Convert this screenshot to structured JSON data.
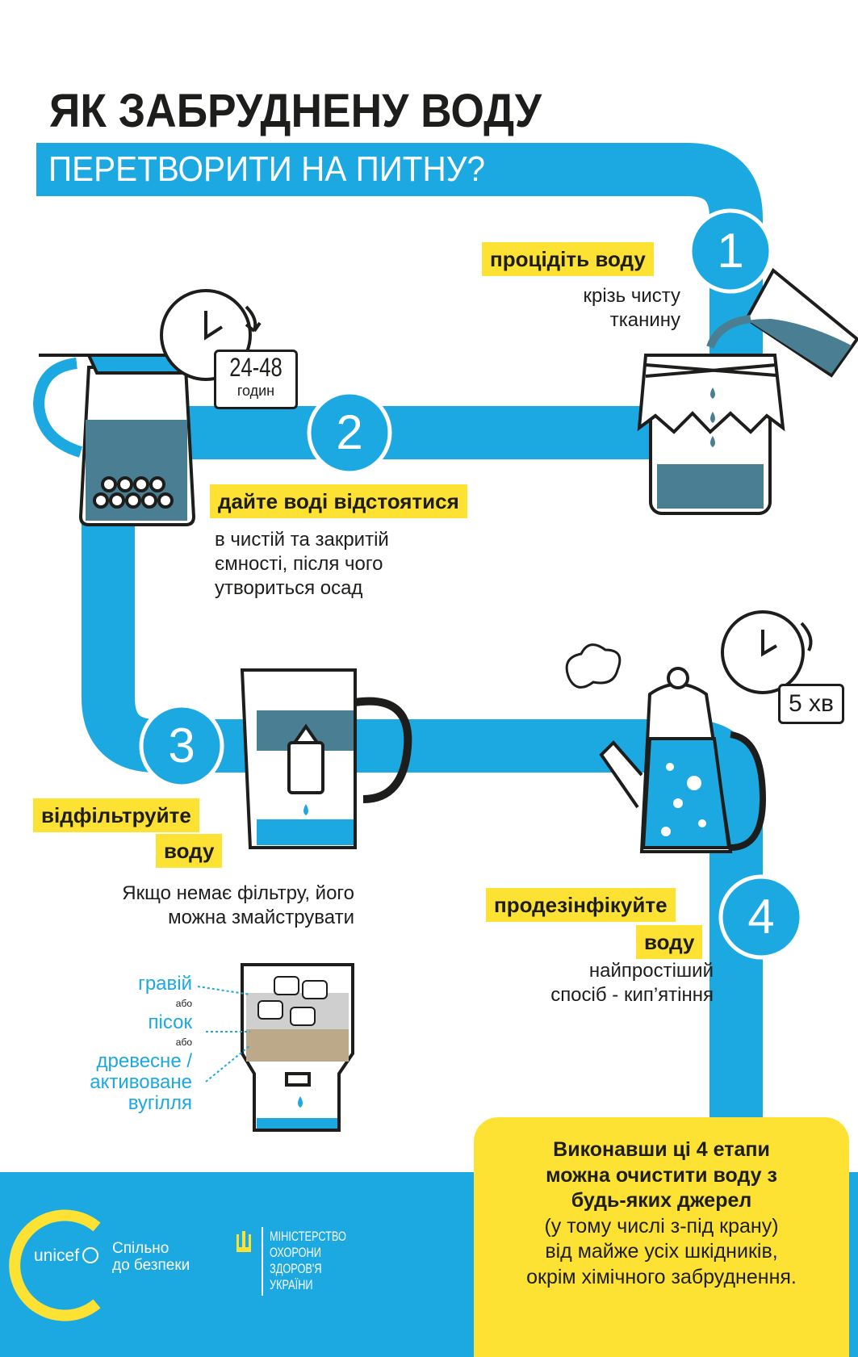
{
  "header": {
    "title": "ЯК ЗАБРУДНЕНУ ВОДУ",
    "subtitle": "ПЕРЕТВОРИТИ НА ПИТНУ?"
  },
  "steps": [
    {
      "number": "1",
      "label": "процідіть воду",
      "description": [
        "крізь чисту",
        "тканину"
      ]
    },
    {
      "number": "2",
      "label": "дайте воді відстоятися",
      "description": [
        "в чистій та закритій",
        "ємності, після чого",
        "утвориться осад"
      ],
      "timer": {
        "value": "24-48",
        "unit": "годин"
      }
    },
    {
      "number": "3",
      "label": [
        "відфільтруйте",
        "воду"
      ],
      "description": [
        "Якщо немає фільтру, його",
        "можна змайструвати"
      ],
      "filter_layers": {
        "gravel": "гравій",
        "or1": "або",
        "sand": "пісок",
        "or2": "або",
        "charcoal": [
          "древесне /",
          "активоване",
          "вугілля"
        ]
      }
    },
    {
      "number": "4",
      "label": [
        "продезінфікуйте",
        "воду"
      ],
      "description": [
        "найпростіший",
        "спосіб - кип’ятіння"
      ],
      "timer": {
        "value": "5 хв"
      }
    }
  ],
  "summary": {
    "bold_lines": [
      "Виконавши ці 4 етапи",
      "можна очистити воду з",
      "будь-яких джерел"
    ],
    "lines": [
      "(у тому числі з-під крану)",
      "від майже усіх шкідників,",
      "окрім хімічного забруднення."
    ]
  },
  "footer": {
    "unicef": "unicef",
    "slogan": [
      "Спільно",
      "до безпеки"
    ],
    "ministry": [
      "МІНІСТЕРСТВО",
      "ОХОРОНИ",
      "ЗДОРОВ'Я",
      "УКРАЇНИ"
    ]
  },
  "colors": {
    "blue": "#1ca8e0",
    "yellow": "#fde234",
    "dark": "#1d1d1b",
    "water": "#4a7f93"
  }
}
